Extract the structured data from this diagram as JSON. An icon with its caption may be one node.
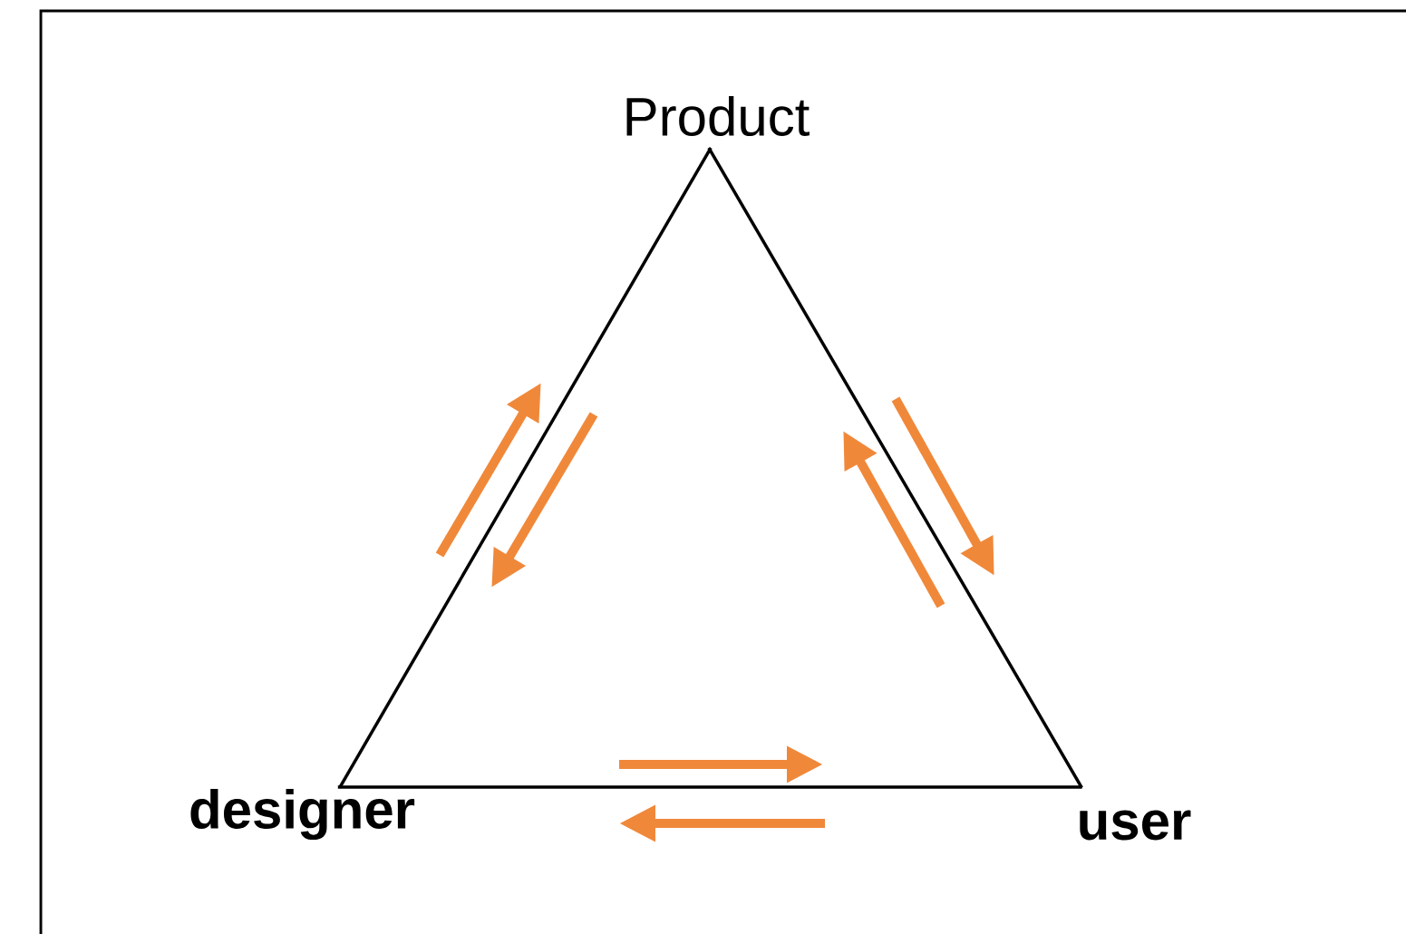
{
  "diagram": {
    "nodes": [
      {
        "text": [
          "Product"
        ]
      },
      {
        "text": [
          "designer"
        ]
      },
      {
        "text": [
          "user"
        ]
      }
    ],
    "edges": [
      {
        "from": 0,
        "to": 1,
        "arrow": "none"
      },
      {
        "from": 0,
        "to": 2,
        "arrow": "none"
      },
      {
        "from": 1,
        "to": 2,
        "arrow": "none"
      }
    ]
  }
}
